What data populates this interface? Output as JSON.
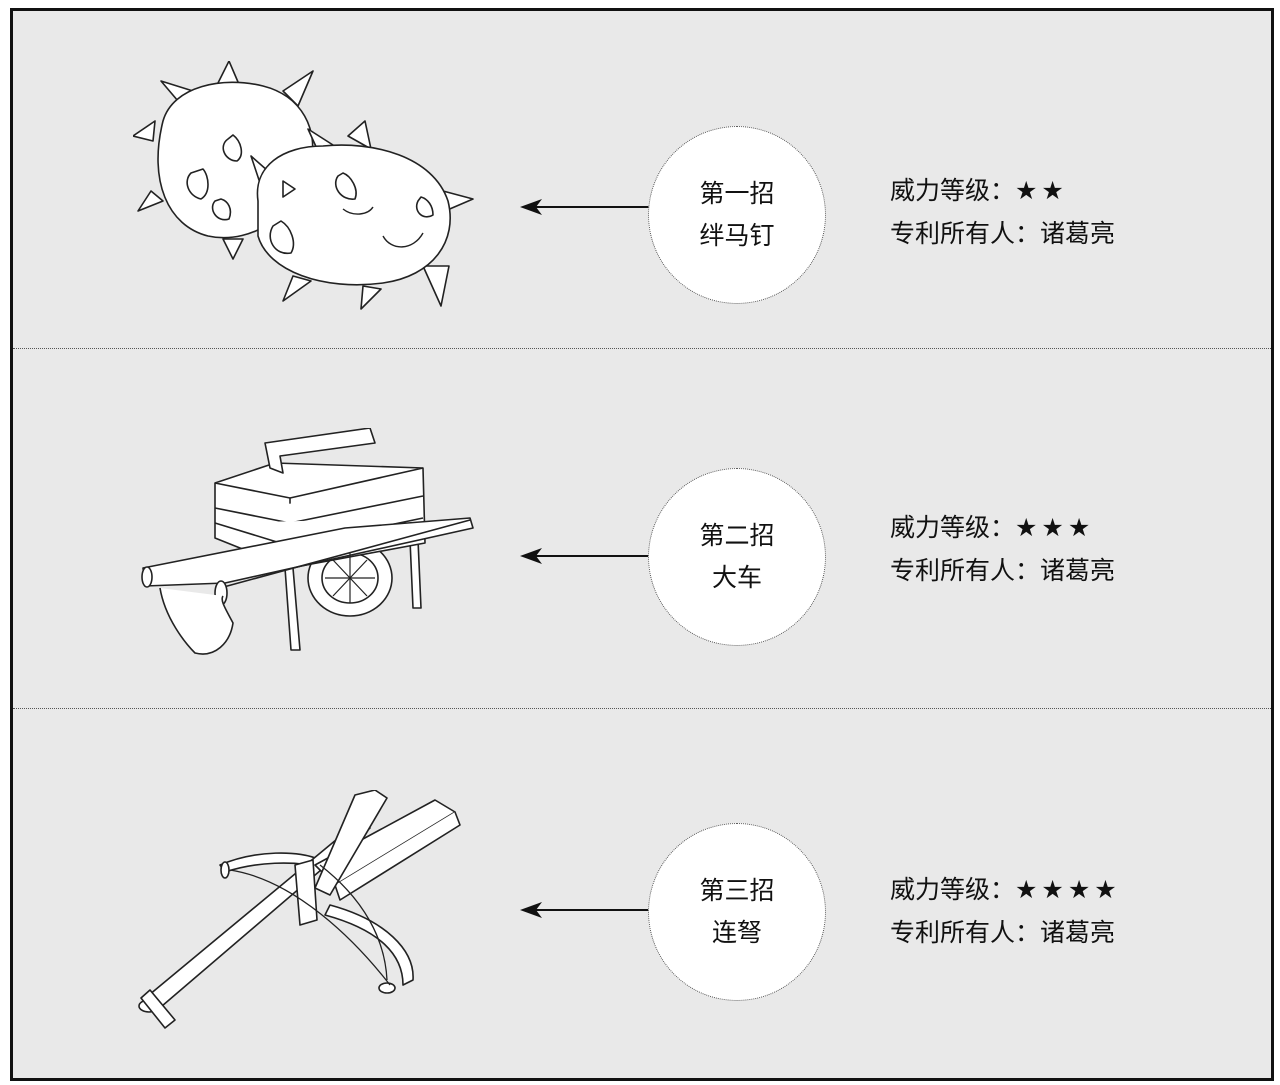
{
  "sections": [
    {
      "move": "第一招",
      "name": "绊马钉",
      "power_label": "威力等级：",
      "power_stars": "★★",
      "power_level": 2,
      "owner_label": "专利所有人：",
      "owner": "诸葛亮",
      "illustration": "caltrops-drawing"
    },
    {
      "move": "第二招",
      "name": "大车",
      "power_label": "威力等级：",
      "power_stars": "★★★",
      "power_level": 3,
      "owner_label": "专利所有人：",
      "owner": "诸葛亮",
      "illustration": "cart-drawing"
    },
    {
      "move": "第三招",
      "name": "连弩",
      "power_label": "威力等级：",
      "power_stars": "★★★★",
      "power_level": 4,
      "owner_label": "专利所有人：",
      "owner": "诸葛亮",
      "illustration": "crossbow-drawing"
    }
  ],
  "colors": {
    "panel_bg": "#e9e9e9",
    "circle_bg": "#ffffff",
    "ink": "#111111",
    "border": "#111111"
  }
}
